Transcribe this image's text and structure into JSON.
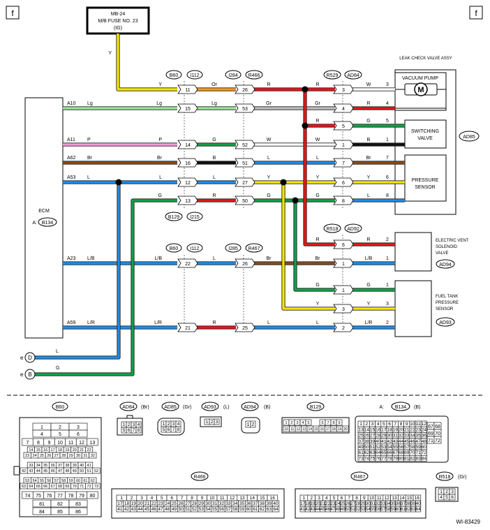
{
  "page_marker": "f",
  "fuse": {
    "line1": "MB-24",
    "line2": "M/B FUSE NO. 23",
    "line3": "(IG)"
  },
  "ecm": {
    "title": "ECM",
    "connector_prefix": "A:",
    "connector": "B134"
  },
  "top_connectors": [
    "B60",
    "I112",
    "I284",
    "R466",
    "R529",
    "AD84"
  ],
  "mid_connectors": [
    "B129",
    "I215"
  ],
  "lower_connectors": [
    "B60",
    "I112",
    "I285",
    "R467"
  ],
  "r518_connectors": [
    "R518",
    "AD92"
  ],
  "wires": {
    "fuse_y": "Y",
    "ecm_pins": [
      "A10",
      "A11",
      "A62",
      "A53",
      "A23",
      "A59"
    ],
    "ecm_colors": [
      "Lg",
      "P",
      "Br",
      "L",
      "L/B",
      "L/R"
    ],
    "seg1": [
      "Y",
      "Lg",
      "P",
      "Br",
      "L",
      "G",
      "L/B",
      "L/R"
    ],
    "pinsA": [
      "11",
      "15",
      "14",
      "16",
      "12",
      "13",
      "22",
      "21"
    ],
    "seg2": [
      "Or",
      "Lg",
      "G",
      "B",
      "L",
      "R",
      "L",
      "R"
    ],
    "pinsB": [
      "26",
      "53",
      "52",
      "51",
      "27",
      "50",
      "26",
      "25"
    ],
    "seg3": [
      "R",
      "Gr",
      "W",
      "L",
      "Y",
      "G",
      "Br",
      "L"
    ],
    "seg4_right": [
      "R",
      "Gr",
      "R",
      "W",
      "L",
      "Y",
      "G",
      "R",
      "Br",
      "G",
      "Y",
      "L"
    ],
    "pinsC": [
      "3",
      "4",
      "5",
      "1",
      "7",
      "6",
      "8",
      "6",
      "1",
      "1",
      "3",
      "2"
    ],
    "seg5": [
      "W",
      "R",
      "G",
      "B",
      "Br",
      "Y",
      "L",
      "R",
      "L/B",
      "G",
      "Y",
      "L/R"
    ],
    "term_pins": [
      "3",
      "4",
      "5",
      "1",
      "7",
      "6",
      "8",
      "2",
      "1",
      "1",
      "3",
      "2"
    ],
    "bottom_colors": [
      "L",
      "G"
    ],
    "bottom_terms": [
      "D",
      "B"
    ],
    "bottom_prefix": "e"
  },
  "components": {
    "leak_check": "LEAK CHECK VALVE ASSY",
    "vacuum_pump": "VACUUM PUMP",
    "motor": "M",
    "switching_valve": [
      "SWITCHING",
      "VALVE"
    ],
    "pressure_sensor": [
      "PRESSURE",
      "SENSOR"
    ],
    "ad85": "AD85",
    "vent_valve": [
      "ELECTRIC VENT",
      "SOLENOID",
      "VALVE"
    ],
    "ad94": "AD94",
    "tank_sensor": [
      "FUEL TANK",
      "PRESSURE",
      "SENSOR"
    ],
    "ad93": "AD93"
  },
  "legend": {
    "b60": "B60",
    "b60_rows": [
      "1 2 3",
      "4 5 6",
      "7 8 9 10 11 12 13",
      "14 15 16 17 18 19 20 21 22",
      "23 24 25 26 27 28 29 30 31 32",
      "33 34 35 36 37 38 39 40 41",
      "42 43 44 45 46 47 48 49 50 51 52",
      "53 54 55 56 57 58 59 60 61 62",
      "63 64 65 66 67 68 69 70 71 72 73",
      "74 75 76 77 78 79 80",
      "81 82 83",
      "84 85 86"
    ],
    "ad84": "AD84",
    "ad84_color": "(Br)",
    "ad84_rows": [
      "1 2 3 4",
      "5 6 7 8"
    ],
    "ad85": "AD85",
    "ad85_color": "(Gr)",
    "ad85_rows": [
      "1 2 3 4",
      "5 6 7 8"
    ],
    "ad93": "AD93",
    "ad93_color": "(L)",
    "ad93_rows": [
      "1 2 3"
    ],
    "ad94": "AD94",
    "ad94_color": "(B)",
    "ad94_rows": [
      "1 2"
    ],
    "b129": "B129",
    "b129_rows": [
      "1 2 3 4 5 6 7 8 9",
      "10 11 12 13 14 15 16 17 18 19 20"
    ],
    "b134_prefix": "A:",
    "b134": "B134",
    "b134_color": "(B)",
    "b134_rows": [
      "1 2 3 4 5 6 7 8 9 10 11 12",
      "13 14 15 16 17 18 19 20 21 22 23 24",
      "25 26 27 28 29 30 31 32 33 34 35 36",
      "37 38 39 40 41 42 43 44 45 46 47 48",
      "49 50 51 52 53 54 55 56 57 58 59 60",
      "61 62 63 64 65 66 67 68 69 70 71 72",
      "73 74 75 76 77 78 79 80 81 82 83 84"
    ],
    "b134_side": [
      "67 68",
      "69 70",
      "71 72"
    ],
    "r466": "R466",
    "r466_rows": [
      "1 2 3 4 5 6 7 8 9 10 11 12 13 14 15 16",
      "17 18 19 20 21 22 23 24 25 26 27 28 29 30 31 32 33 34 35 36 37 38 39 40",
      "41 42 43 44 45 46 47 48 49 50 51 52 53 54 55 56 57 58 59 60 61 62 63 64"
    ],
    "r467": "R467",
    "r467_rows": [
      "1 2 3 4 5 6 7 8 9 10 11 12 13 14 15 16",
      "17 18 19 20 21 22 23 24 25 26 27 28 29 30 31 32 33 34 35 36 37 38 39 40",
      "41 42 43 44 45 46 47 48 49 50 51 52 53 54 55 56 57 58 59 60 61 62 63 64"
    ],
    "r518": "R518",
    "r518_color": "(Gr)",
    "r518_rows": [
      "1 2 3",
      "4 5 6"
    ]
  },
  "figure_id": "WI-83429",
  "wire_colors": {
    "Y": "#f5e400",
    "Or": "#f59a1e",
    "R": "#e4151c",
    "Lg": "#9be59a",
    "Gr": "#bdbdbd",
    "P": "#f59ad8",
    "G": "#13a04a",
    "W": "#ffffff",
    "B": "#111111",
    "Br": "#8a4a1c",
    "L": "#1f8ce8",
    "L/B": "#1f8ce8",
    "L/R": "#1f8ce8"
  }
}
